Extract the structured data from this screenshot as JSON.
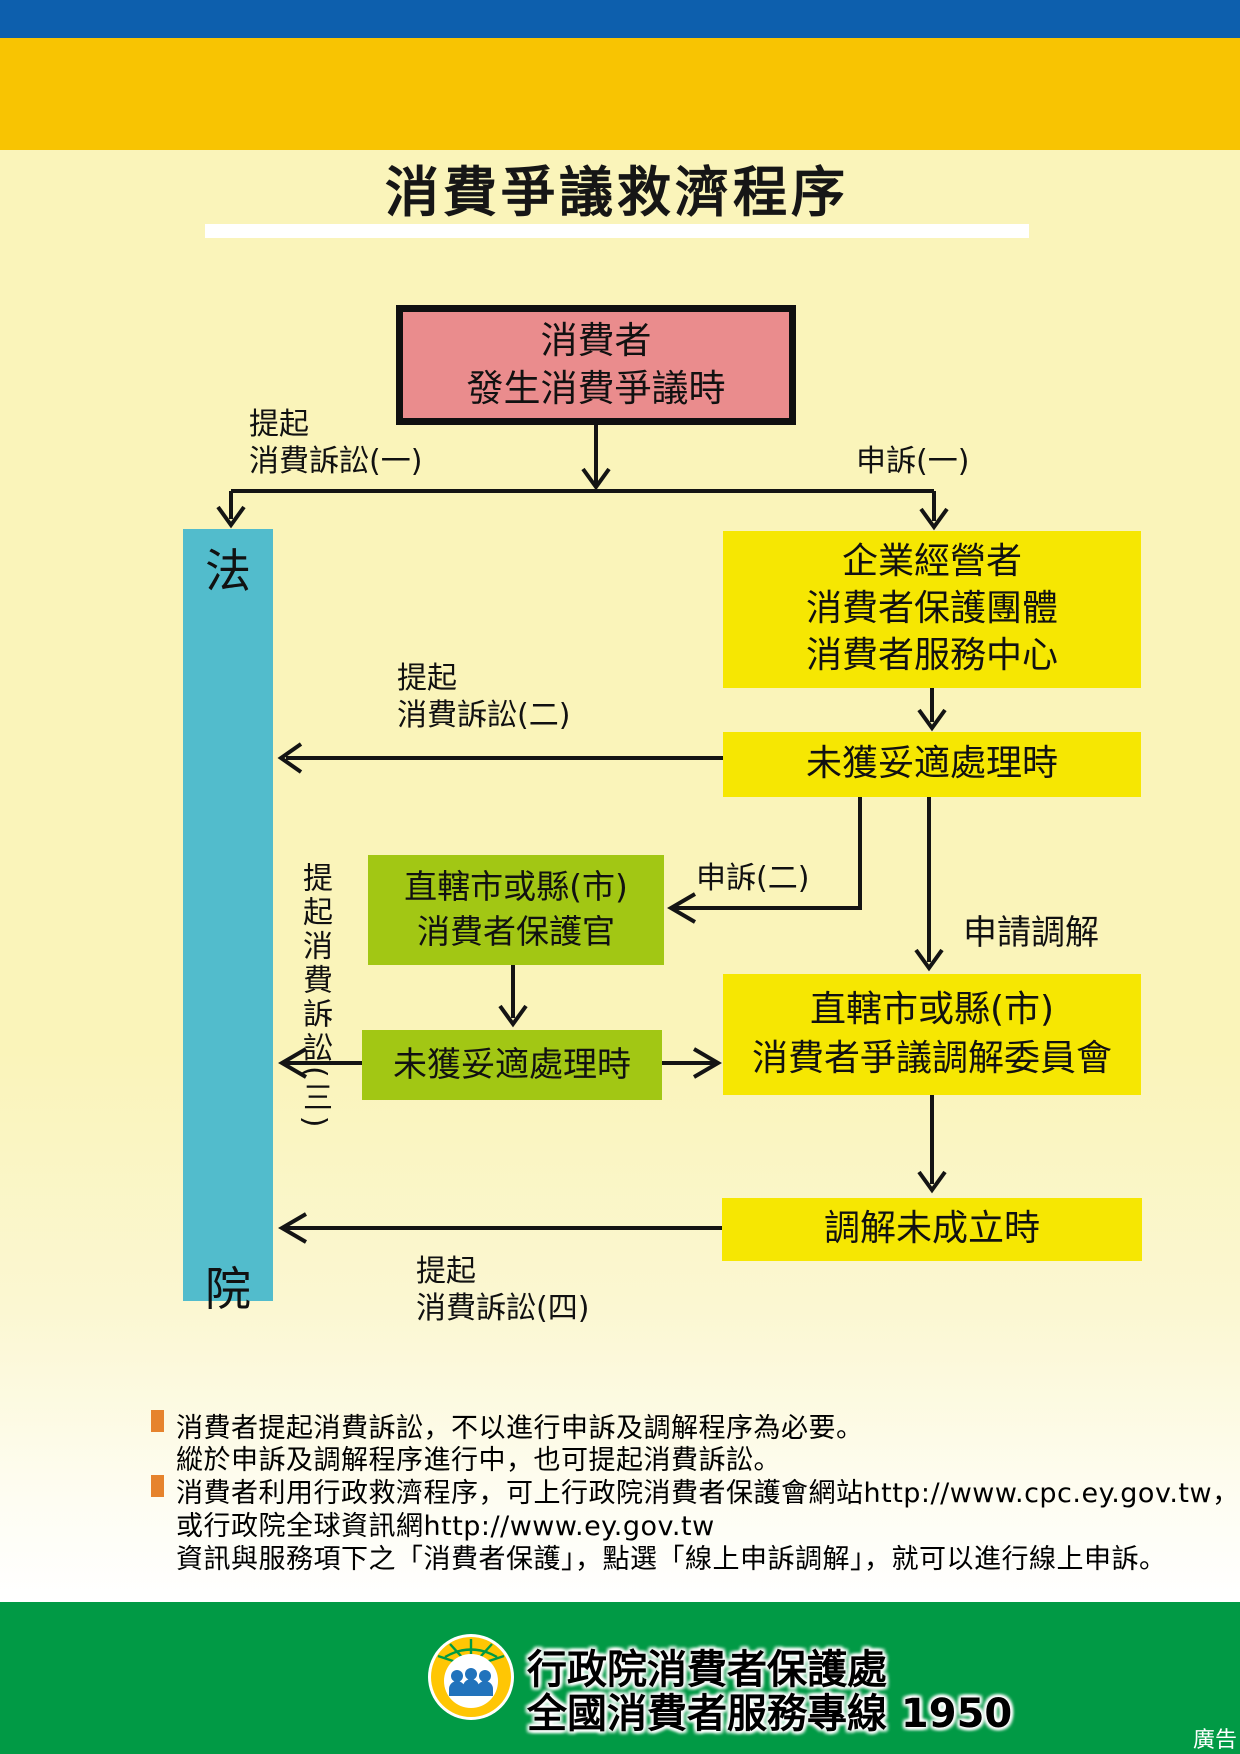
{
  "title": {
    "text": "消費爭議救濟程序"
  },
  "flow": {
    "consumer": {
      "line1": "消費者",
      "line2": "發生消費爭議時"
    },
    "court": {
      "top": "法",
      "bottom": "院"
    },
    "business": {
      "line1": "企業經營者",
      "line2": "消費者保護團體",
      "line3": "消費者服務中心"
    },
    "unresolved1": {
      "text": "未獲妥適處理時"
    },
    "ombudsman": {
      "line1": "直轄市或縣(市)",
      "line2": "消費者保護官"
    },
    "unresolved2": {
      "text": "未獲妥適處理時"
    },
    "committee": {
      "line1": "直轄市或縣(市)",
      "line2": "消費者爭議調解委員會"
    },
    "failed": {
      "text": "調解未成立時"
    },
    "labels": {
      "lawsuit1a": "提起",
      "lawsuit1b": "消費訴訟(一)",
      "appeal1": "申訴(一)",
      "lawsuit2a": "提起",
      "lawsuit2b": "消費訴訟(二)",
      "appeal2": "申訴(二)",
      "mediation": "申請調解",
      "lawsuit3a": "提起消費訴訟",
      "lawsuit3b": "(三)",
      "lawsuit4a": "提起",
      "lawsuit4b": "消費訴訟(四)"
    }
  },
  "notes": {
    "item1_line1": "消費者提起消費訴訟，不以進行申訴及調解程序為必要。",
    "item1_line2": "縱於申訴及調解程序進行中，也可提起消費訴訟。",
    "item2_line1": "消費者利用行政救濟程序，可上行政院消費者保護會網站http://www.cpc.ey.gov.tw，",
    "item2_line2": "或行政院全球資訊網http://www.ey.gov.tw",
    "item2_line3": "資訊與服務項下之「消費者保護」，點選「線上申訴調解」，就可以進行線上申訴。"
  },
  "footer": {
    "org": "行政院消費者保護處",
    "hotline": "全國消費者服務專線 1950",
    "ad": "廣告"
  },
  "colors": {
    "top_bar_blue": "#0D5FAD",
    "top_band_gold": "#F8C402",
    "page_background": "#FAF4BA",
    "consumer_box_pink": "#EA8C8D",
    "court_bar_teal": "#52BCCC",
    "process_box_yellow": "#F6E702",
    "process_box_green": "#A2C714",
    "footer_green": "#019A45",
    "note_bullet_orange": "#E6832D",
    "ink": "#141414"
  }
}
